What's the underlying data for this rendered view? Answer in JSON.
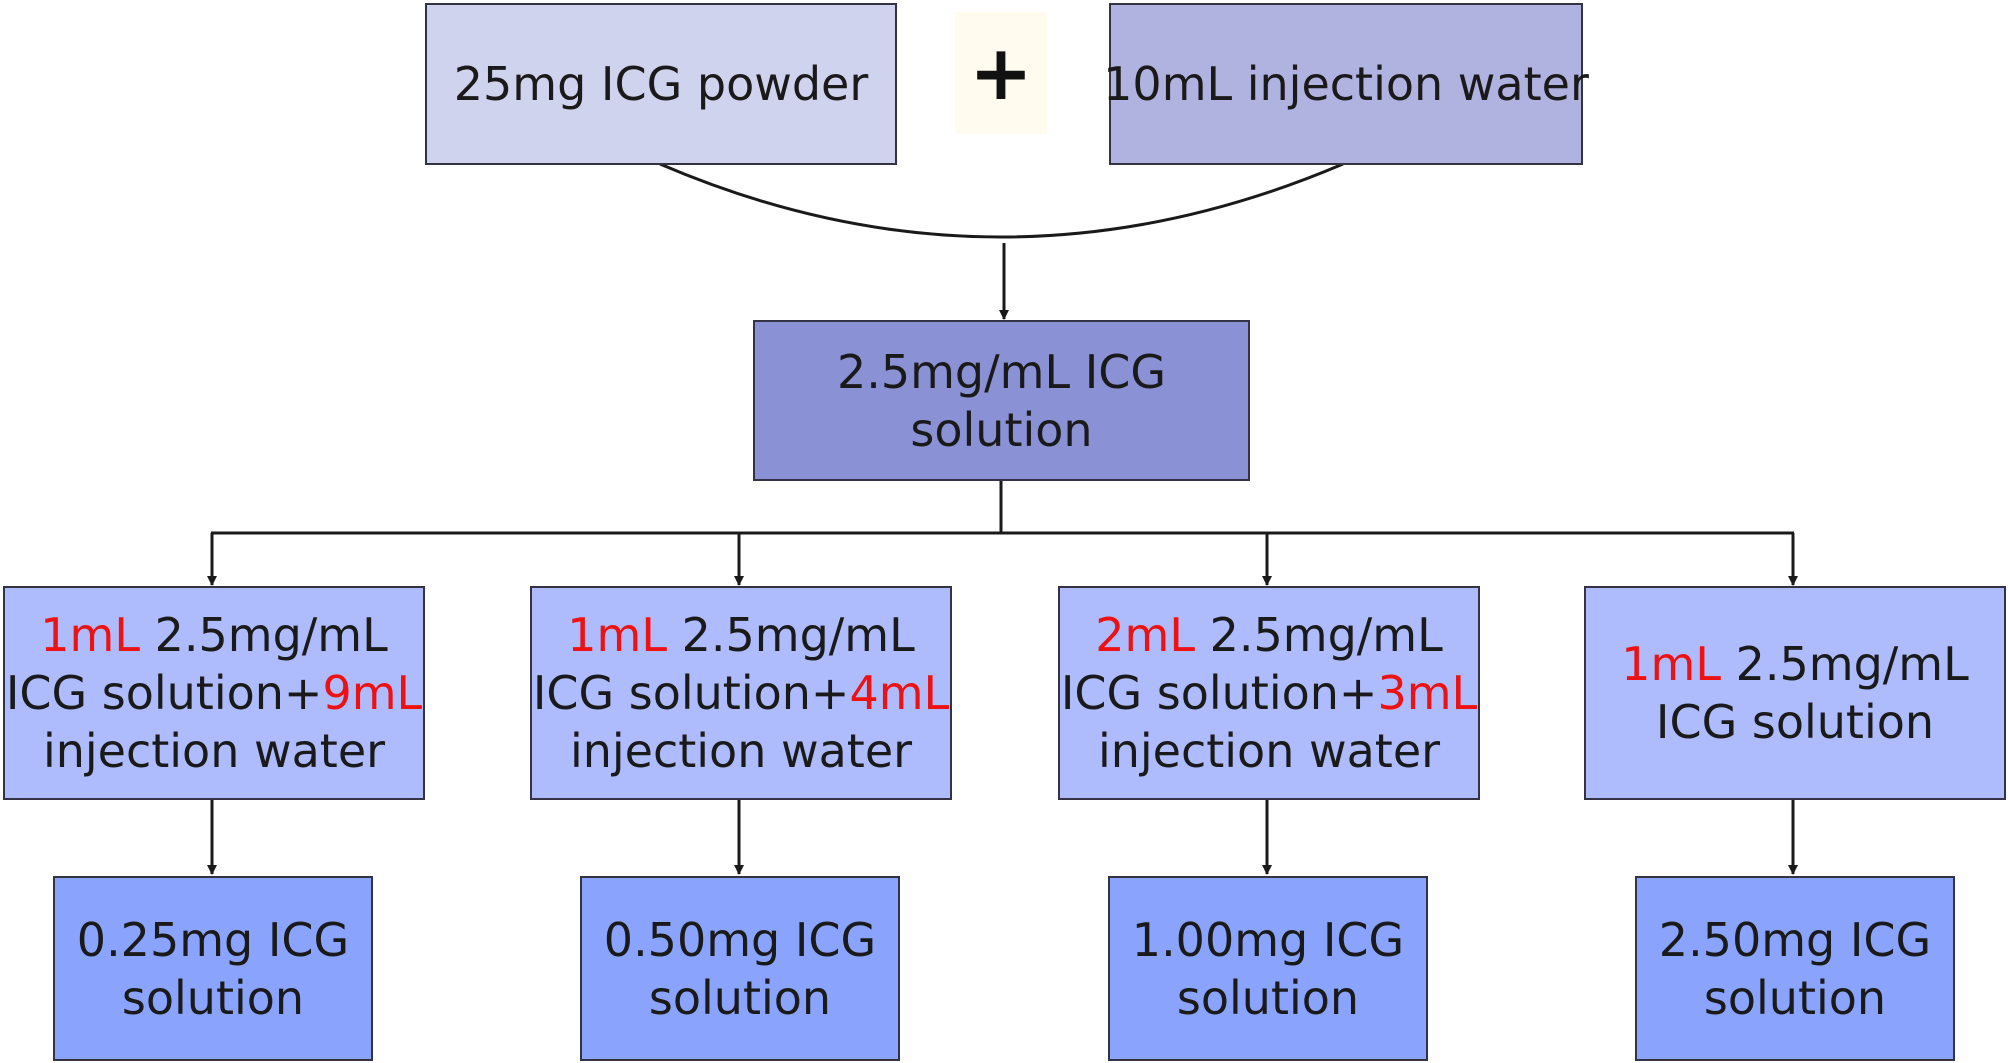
{
  "colors": {
    "top_left": "#d0d3ee",
    "top_right": "#b0b2e0",
    "middle": "#8a91d4",
    "branch": "#aebcfd",
    "result": "#8aa4fd",
    "highlight": "#ee1111",
    "line": "#1a1a1a"
  },
  "top": {
    "powder": "25mg ICG powder",
    "plus": "+",
    "water": "10mL injection water"
  },
  "middle": {
    "line1": "2.5mg/mL ICG",
    "line2": "solution"
  },
  "branches": [
    {
      "amount": "1mL",
      "line1_rest": " 2.5mg/mL",
      "line2_text": "ICG solution+",
      "diluent": "9mL",
      "line3": "injection water"
    },
    {
      "amount": "1mL",
      "line1_rest": " 2.5mg/mL",
      "line2_text": "ICG solution+",
      "diluent": "4mL",
      "line3": "injection water"
    },
    {
      "amount": "2mL",
      "line1_rest": " 2.5mg/mL",
      "line2_text": "ICG solution+",
      "diluent": "3mL",
      "line3": "injection water"
    },
    {
      "amount": "1mL",
      "line1_rest": " 2.5mg/mL",
      "line2_text": "ICG solution"
    }
  ],
  "results": [
    {
      "line1": "0.25mg ICG",
      "line2": "solution"
    },
    {
      "line1": "0.50mg ICG",
      "line2": "solution"
    },
    {
      "line1": "1.00mg ICG",
      "line2": "solution"
    },
    {
      "line1": "2.50mg ICG",
      "line2": "solution"
    }
  ]
}
